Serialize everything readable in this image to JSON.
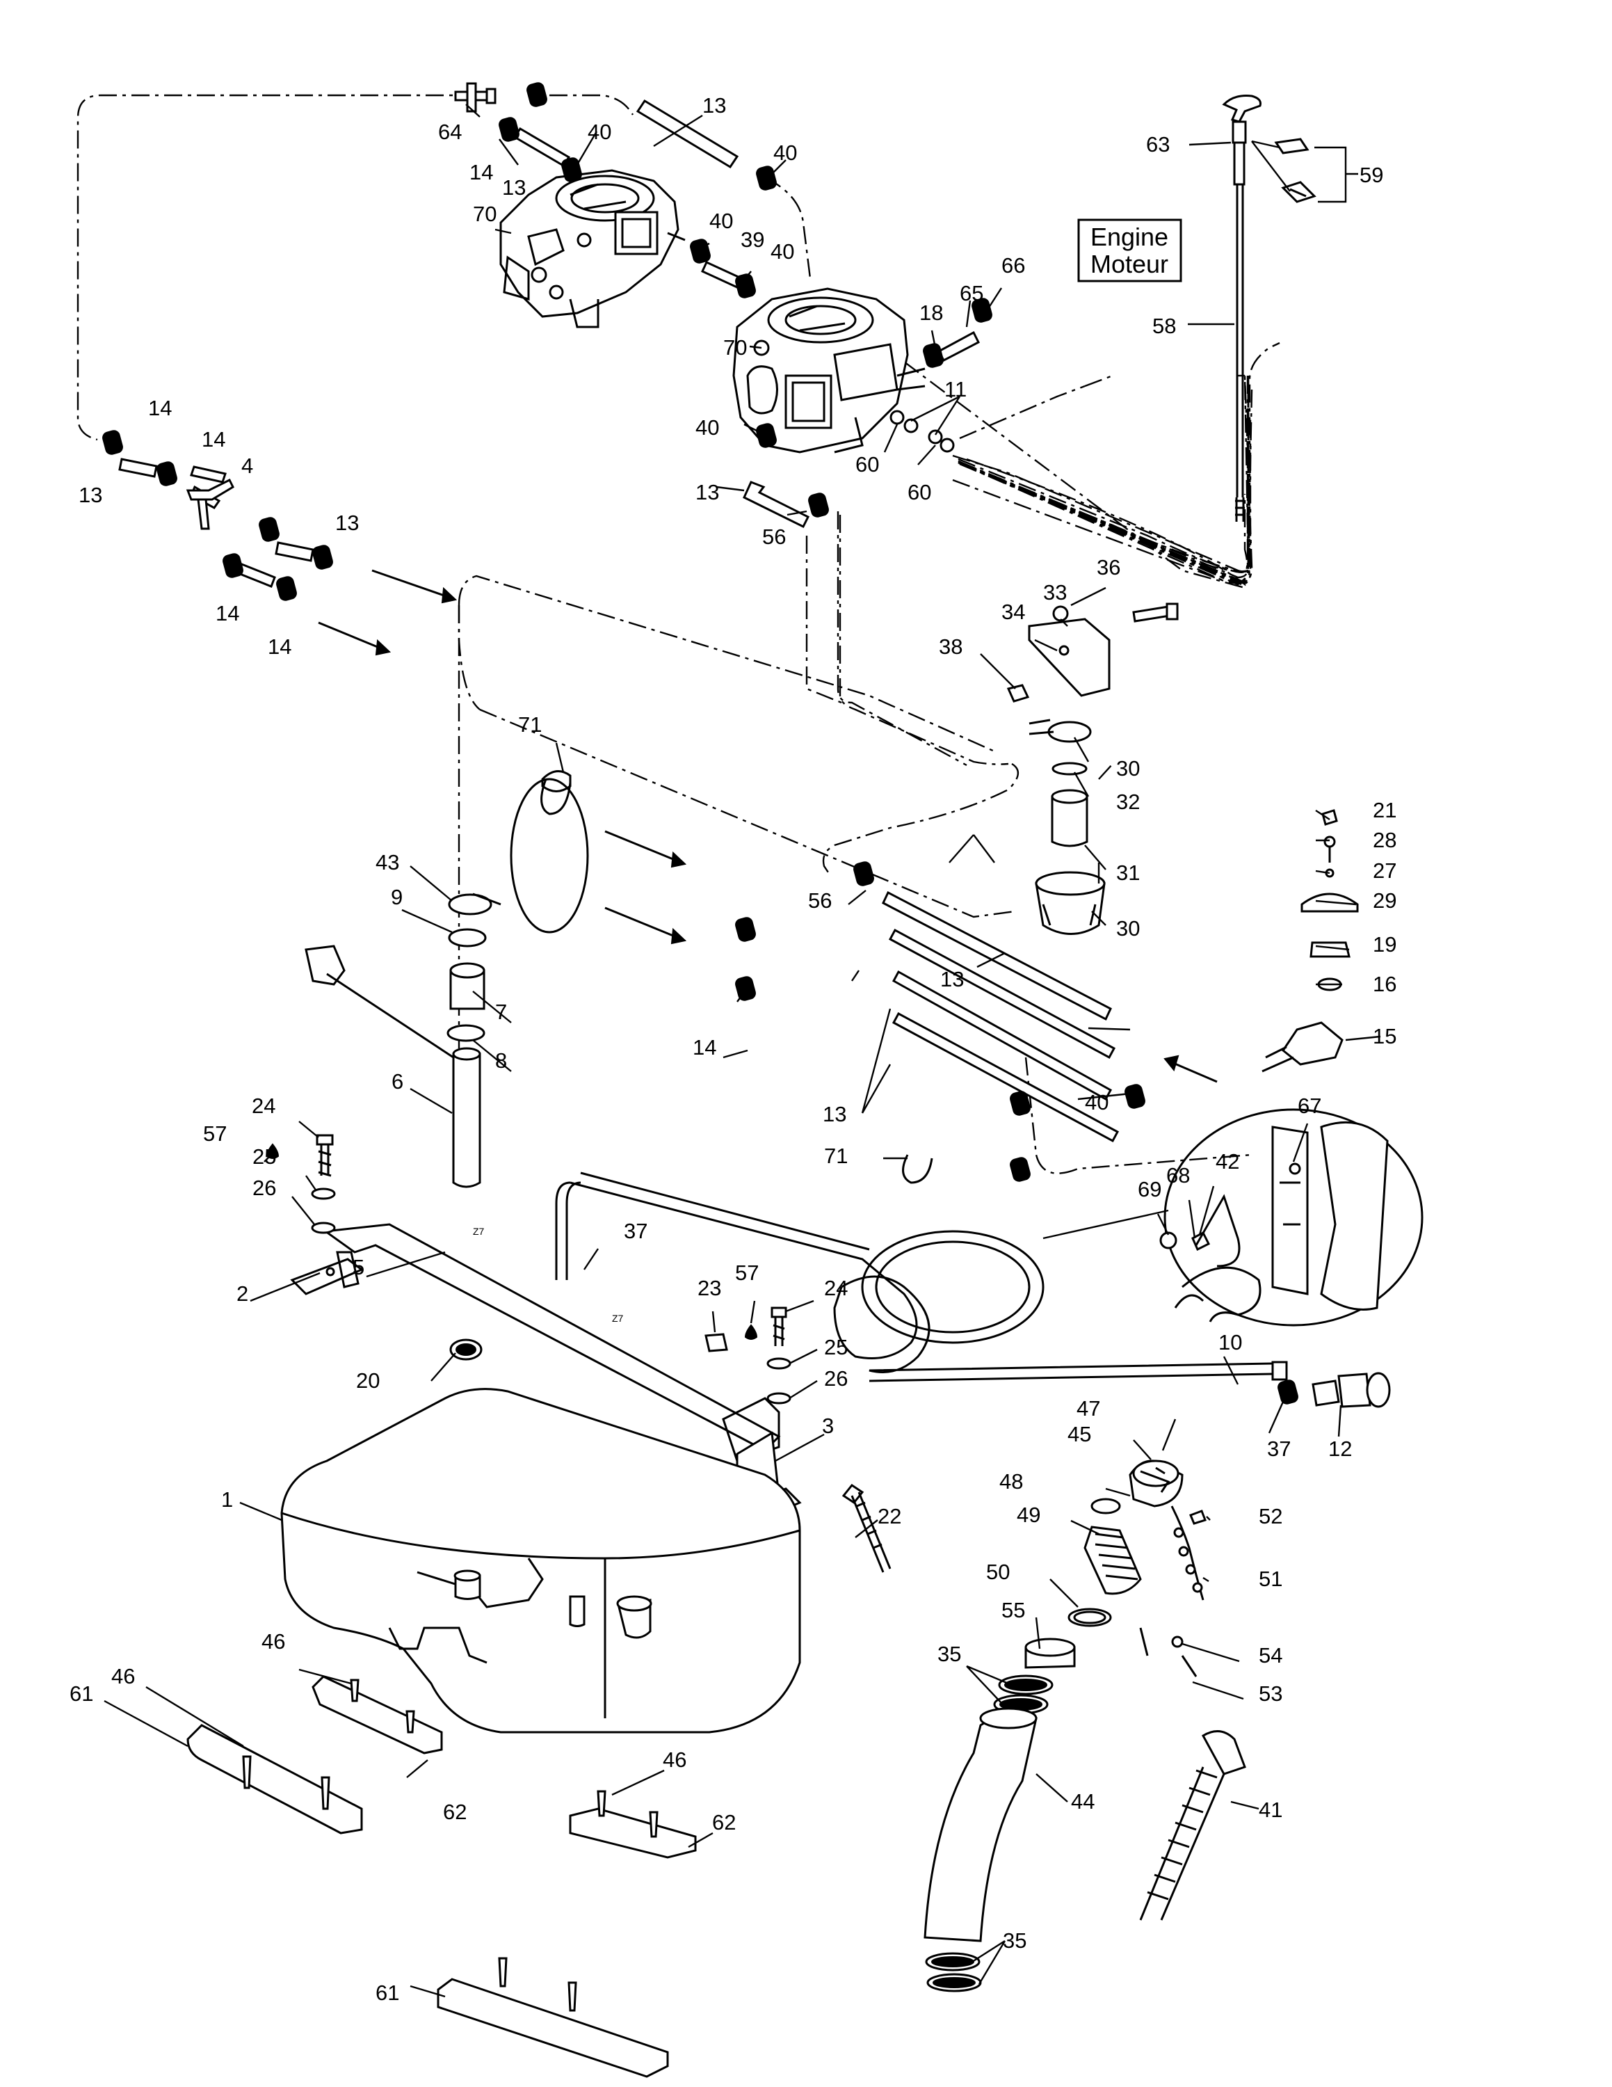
{
  "engine_box": {
    "line1": "Engine",
    "line2": "Moteur"
  },
  "callouts": [
    "1",
    "2",
    "3",
    "4",
    "5",
    "6",
    "7",
    "8",
    "9",
    "10",
    "11",
    "12",
    "13",
    "14",
    "15",
    "16",
    "18",
    "19",
    "20",
    "21",
    "22",
    "23",
    "24",
    "25",
    "26",
    "27",
    "28",
    "29",
    "30",
    "31",
    "32",
    "33",
    "34",
    "35",
    "36",
    "37",
    "38",
    "39",
    "40",
    "41",
    "42",
    "43",
    "44",
    "45",
    "46",
    "47",
    "48",
    "49",
    "50",
    "51",
    "52",
    "53",
    "54",
    "55",
    "56",
    "57",
    "58",
    "59",
    "60",
    "61",
    "62",
    "63",
    "64",
    "65",
    "66",
    "67",
    "68",
    "69",
    "70",
    "71"
  ],
  "colors": {
    "line": "#000000",
    "background": "#ffffff"
  }
}
